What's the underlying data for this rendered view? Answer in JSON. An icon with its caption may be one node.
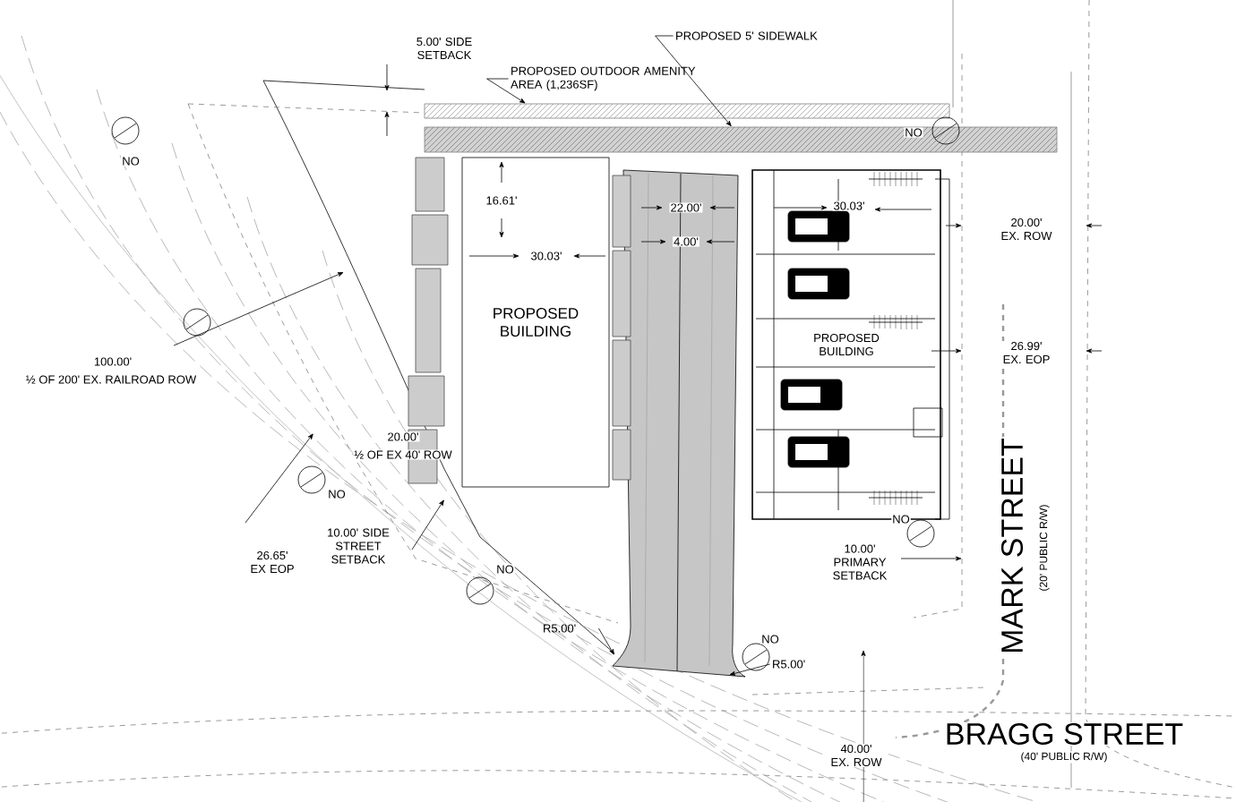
{
  "diagram": {
    "nodes": [
      {
        "text": [
          "PROPOSED BUILDING"
        ]
      },
      {
        "text": [
          "PROPOSED BUILDING"
        ]
      },
      {
        "text": [
          "PROPOSED OUTDOOR AMENITY AREA (1,236SF)"
        ]
      },
      {
        "text": [],
        "shape": "bar"
      },
      {
        "text": [
          "PROPOSED 5' SIDEWALK"
        ]
      },
      {
        "text": [],
        "shape": "bar"
      },
      {
        "text": [
          "R5.00'"
        ]
      },
      {
        "text": [
          "R5.00'"
        ]
      }
    ],
    "edges": [
      {
        "from": 2,
        "to": 3,
        "arrow": "to"
      },
      {
        "from": 4,
        "to": 5,
        "arrow": "to"
      },
      {
        "from": 6,
        "to": null,
        "arrow": "to"
      },
      {
        "from": 7,
        "to": null,
        "arrow": "to"
      }
    ],
    "labels": [
      "5.00' SIDE SETBACK",
      "NO",
      "16.61'",
      "22.00'",
      "30.03'",
      "20.00' EX. ROW",
      "4.00'",
      "30.03'",
      "NO",
      "26.99' EX. EOP",
      "100.00'",
      "½ OF 200' EX. RAILROAD ROW",
      "20.00'",
      "½ OF EX 40' ROW",
      "NO",
      "26.65' EX EOP",
      "10.00' SIDE STREET SETBACK",
      "NO",
      "NO",
      "10.00' PRIMARY SETBACK",
      "NO",
      "MARK STREET",
      "(20' PUBLIC R/W)",
      "BRAGG STREET",
      "(40' PUBLIC R/W)",
      "40.00' EX. ROW"
    ]
  }
}
